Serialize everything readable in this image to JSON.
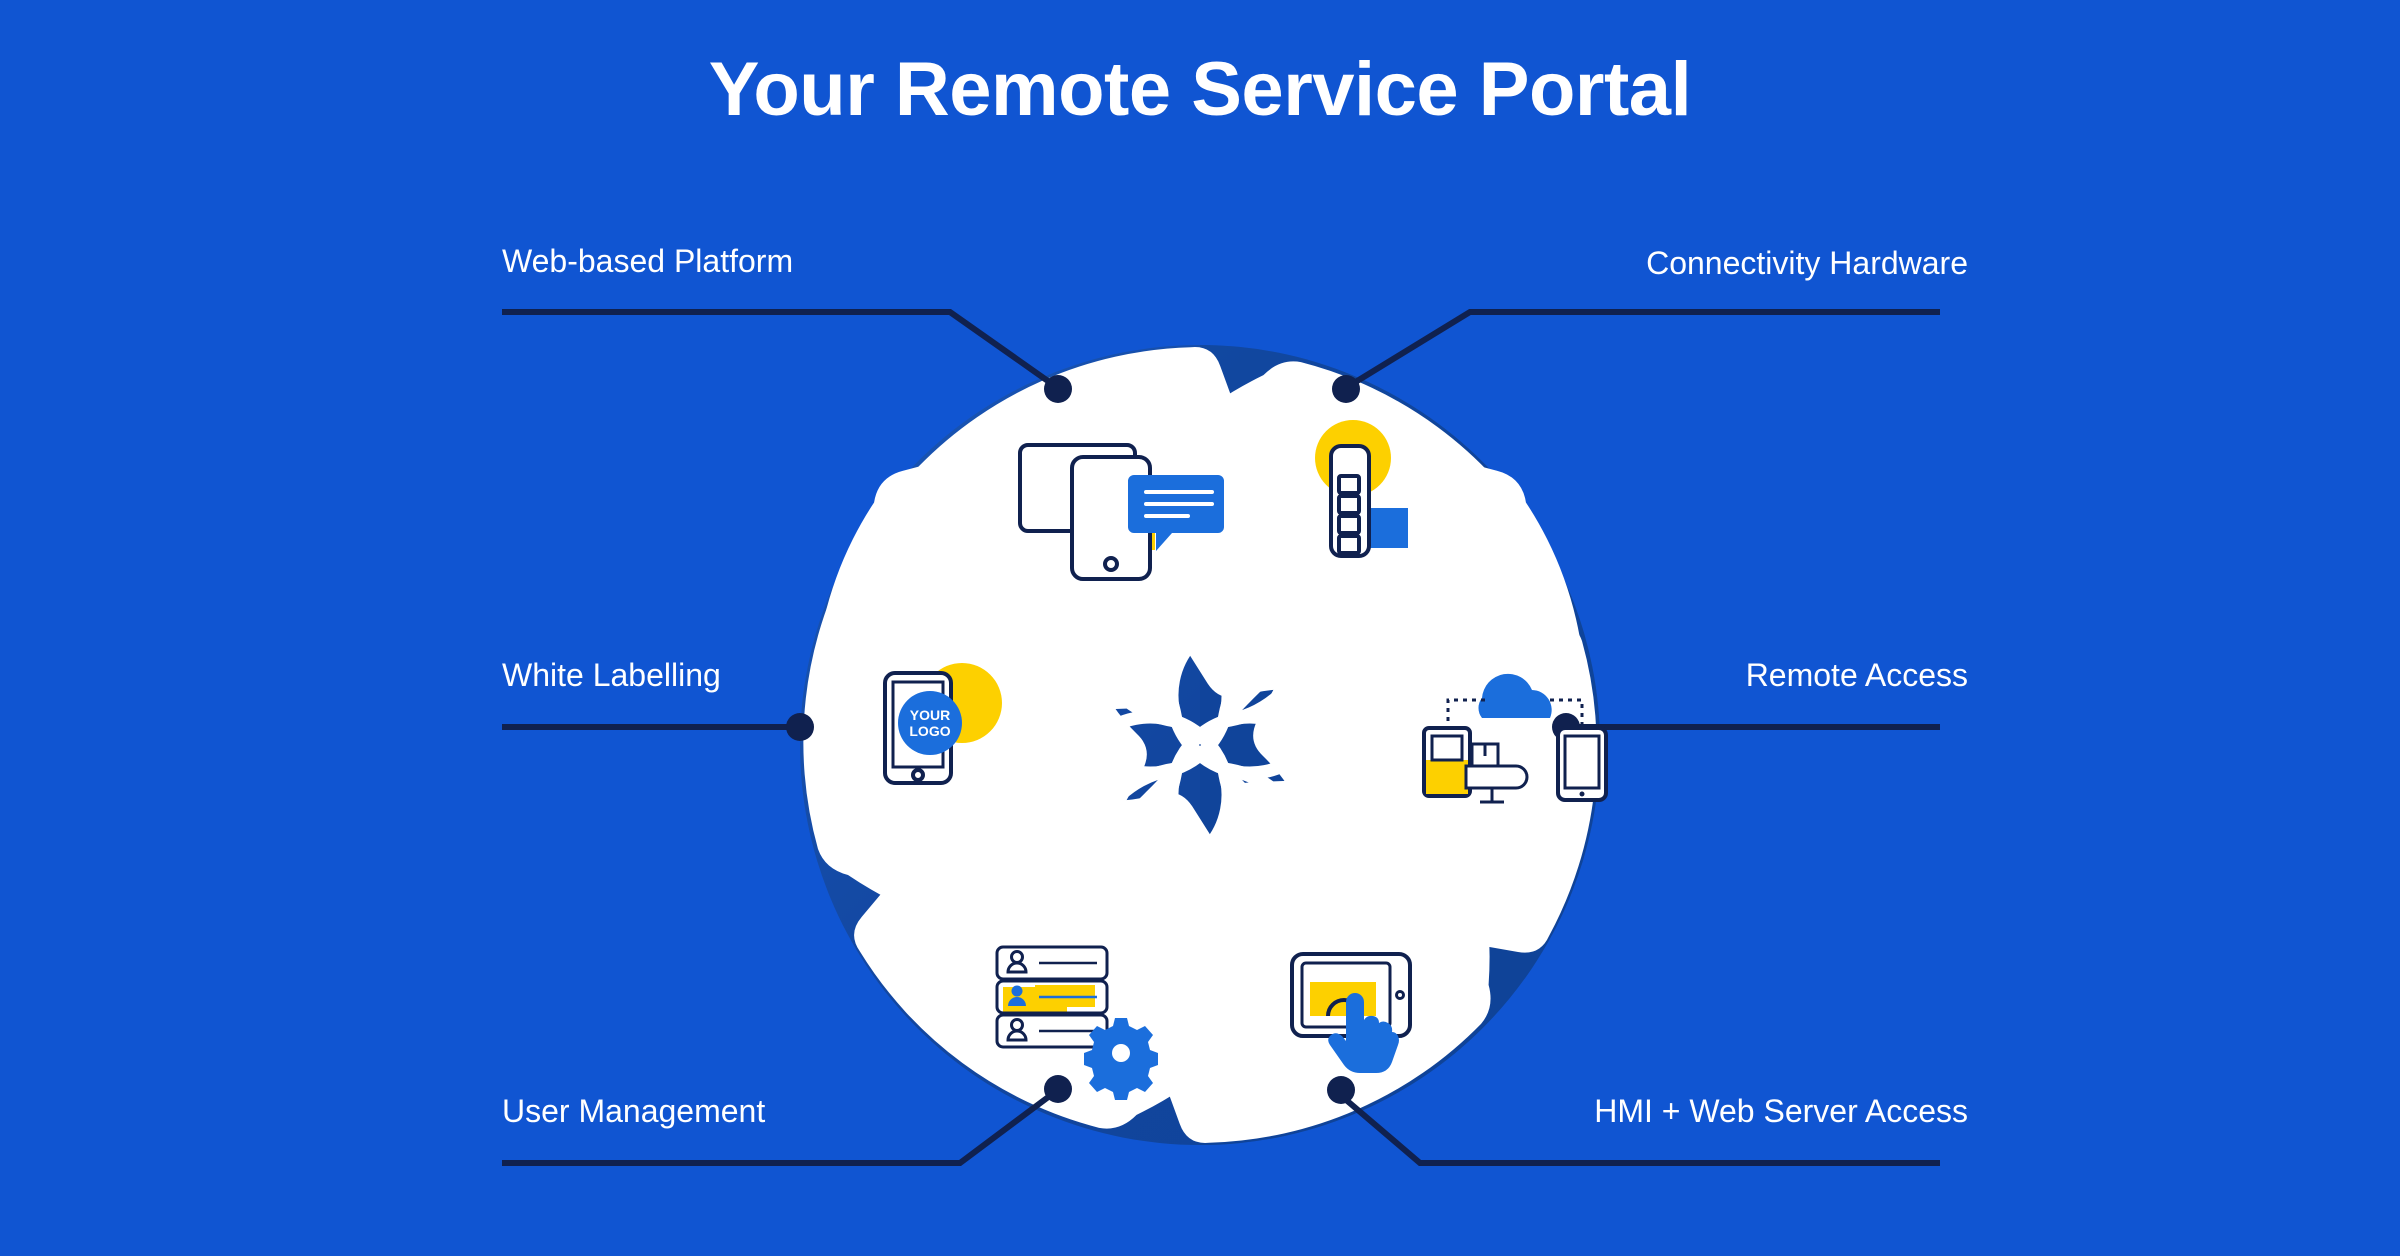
{
  "header": {
    "title": "Your Remote Service Portal"
  },
  "colors": {
    "background_blue": "#1055d2",
    "inner_circle_blue": "#10459b",
    "segment_white": "#ffffff",
    "line_navy": "#10214f",
    "accent_yellow": "#fdd000",
    "accent_blue": "#1b6edc",
    "icon_outline_navy": "#10214f",
    "title_white": "#ffffff"
  },
  "center": {
    "logo_name": "interlocking-x-knot-logo"
  },
  "segments": [
    {
      "id": "web-based-platform",
      "label": "Web-based Platform",
      "position": "top-left",
      "icon": "tablet-phone-chat-icon"
    },
    {
      "id": "connectivity-hardware",
      "label": "Connectivity Hardware",
      "position": "top-right",
      "icon": "router-module-icon"
    },
    {
      "id": "white-labelling",
      "label": "White Labelling",
      "position": "middle-left",
      "icon": "phone-your-logo-icon",
      "icon_text": "YOUR LOGO",
      "icon_text_line1": "YOUR",
      "icon_text_line2": "LOGO"
    },
    {
      "id": "remote-access",
      "label": "Remote Access",
      "position": "middle-right",
      "icon": "machine-cloud-tablet-icon"
    },
    {
      "id": "user-management",
      "label": "User Management",
      "position": "bottom-left",
      "icon": "user-list-gear-icon"
    },
    {
      "id": "hmi-web-server-access",
      "label": "HMI + Web Server Access",
      "position": "bottom-right",
      "icon": "touchscreen-hand-icon"
    }
  ]
}
